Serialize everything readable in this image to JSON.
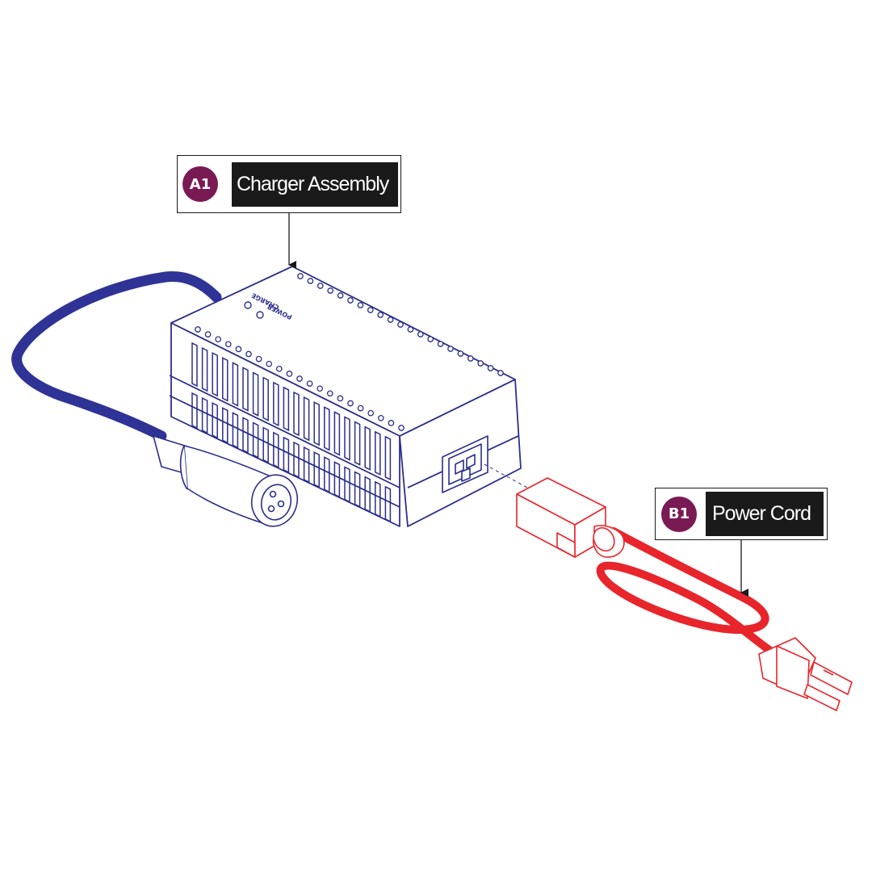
{
  "callouts": [
    {
      "id": "A1",
      "label": "Charger Assembly"
    },
    {
      "id": "B1",
      "label": "Power Cord"
    }
  ],
  "charger_panel": {
    "charge_label": "CHARGE",
    "power_label": "POWER"
  },
  "colors": {
    "badge": "#7a1a55",
    "charger_line": "#2b2f8c",
    "charger_cable": "#2f3396",
    "power_cord": "#e8252b",
    "label_bg": "#1a1a1a",
    "leader": "#1a1a1a"
  }
}
